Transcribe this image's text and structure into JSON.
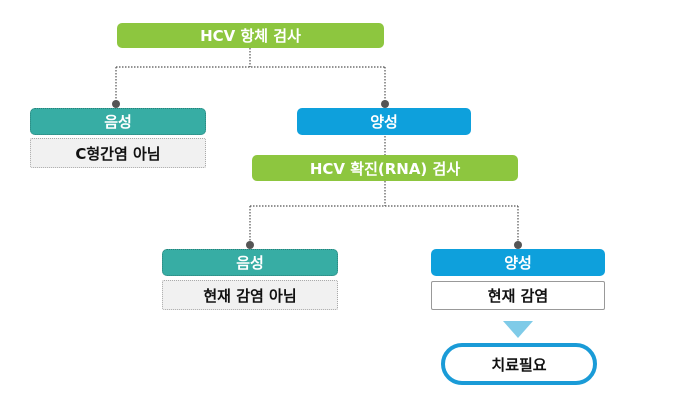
{
  "flowchart": {
    "antibody_test": "HCV 항체 검사",
    "level1": {
      "negative": {
        "label": "음성",
        "result": "C형간염 아님"
      },
      "positive": {
        "label": "양성"
      }
    },
    "rna_test": "HCV 확진(RNA) 검사",
    "level2": {
      "negative": {
        "label": "음성",
        "result": "현재 감염 아님"
      },
      "positive": {
        "label": "양성",
        "result": "현재 감염"
      }
    },
    "treatment": "치료필요"
  },
  "colors": {
    "test": "#8dc63f",
    "negative": "#37ada4",
    "positive": "#0ea0dc",
    "treatment_border": "#1a9bd7",
    "arrow": "#7fcbe8"
  }
}
